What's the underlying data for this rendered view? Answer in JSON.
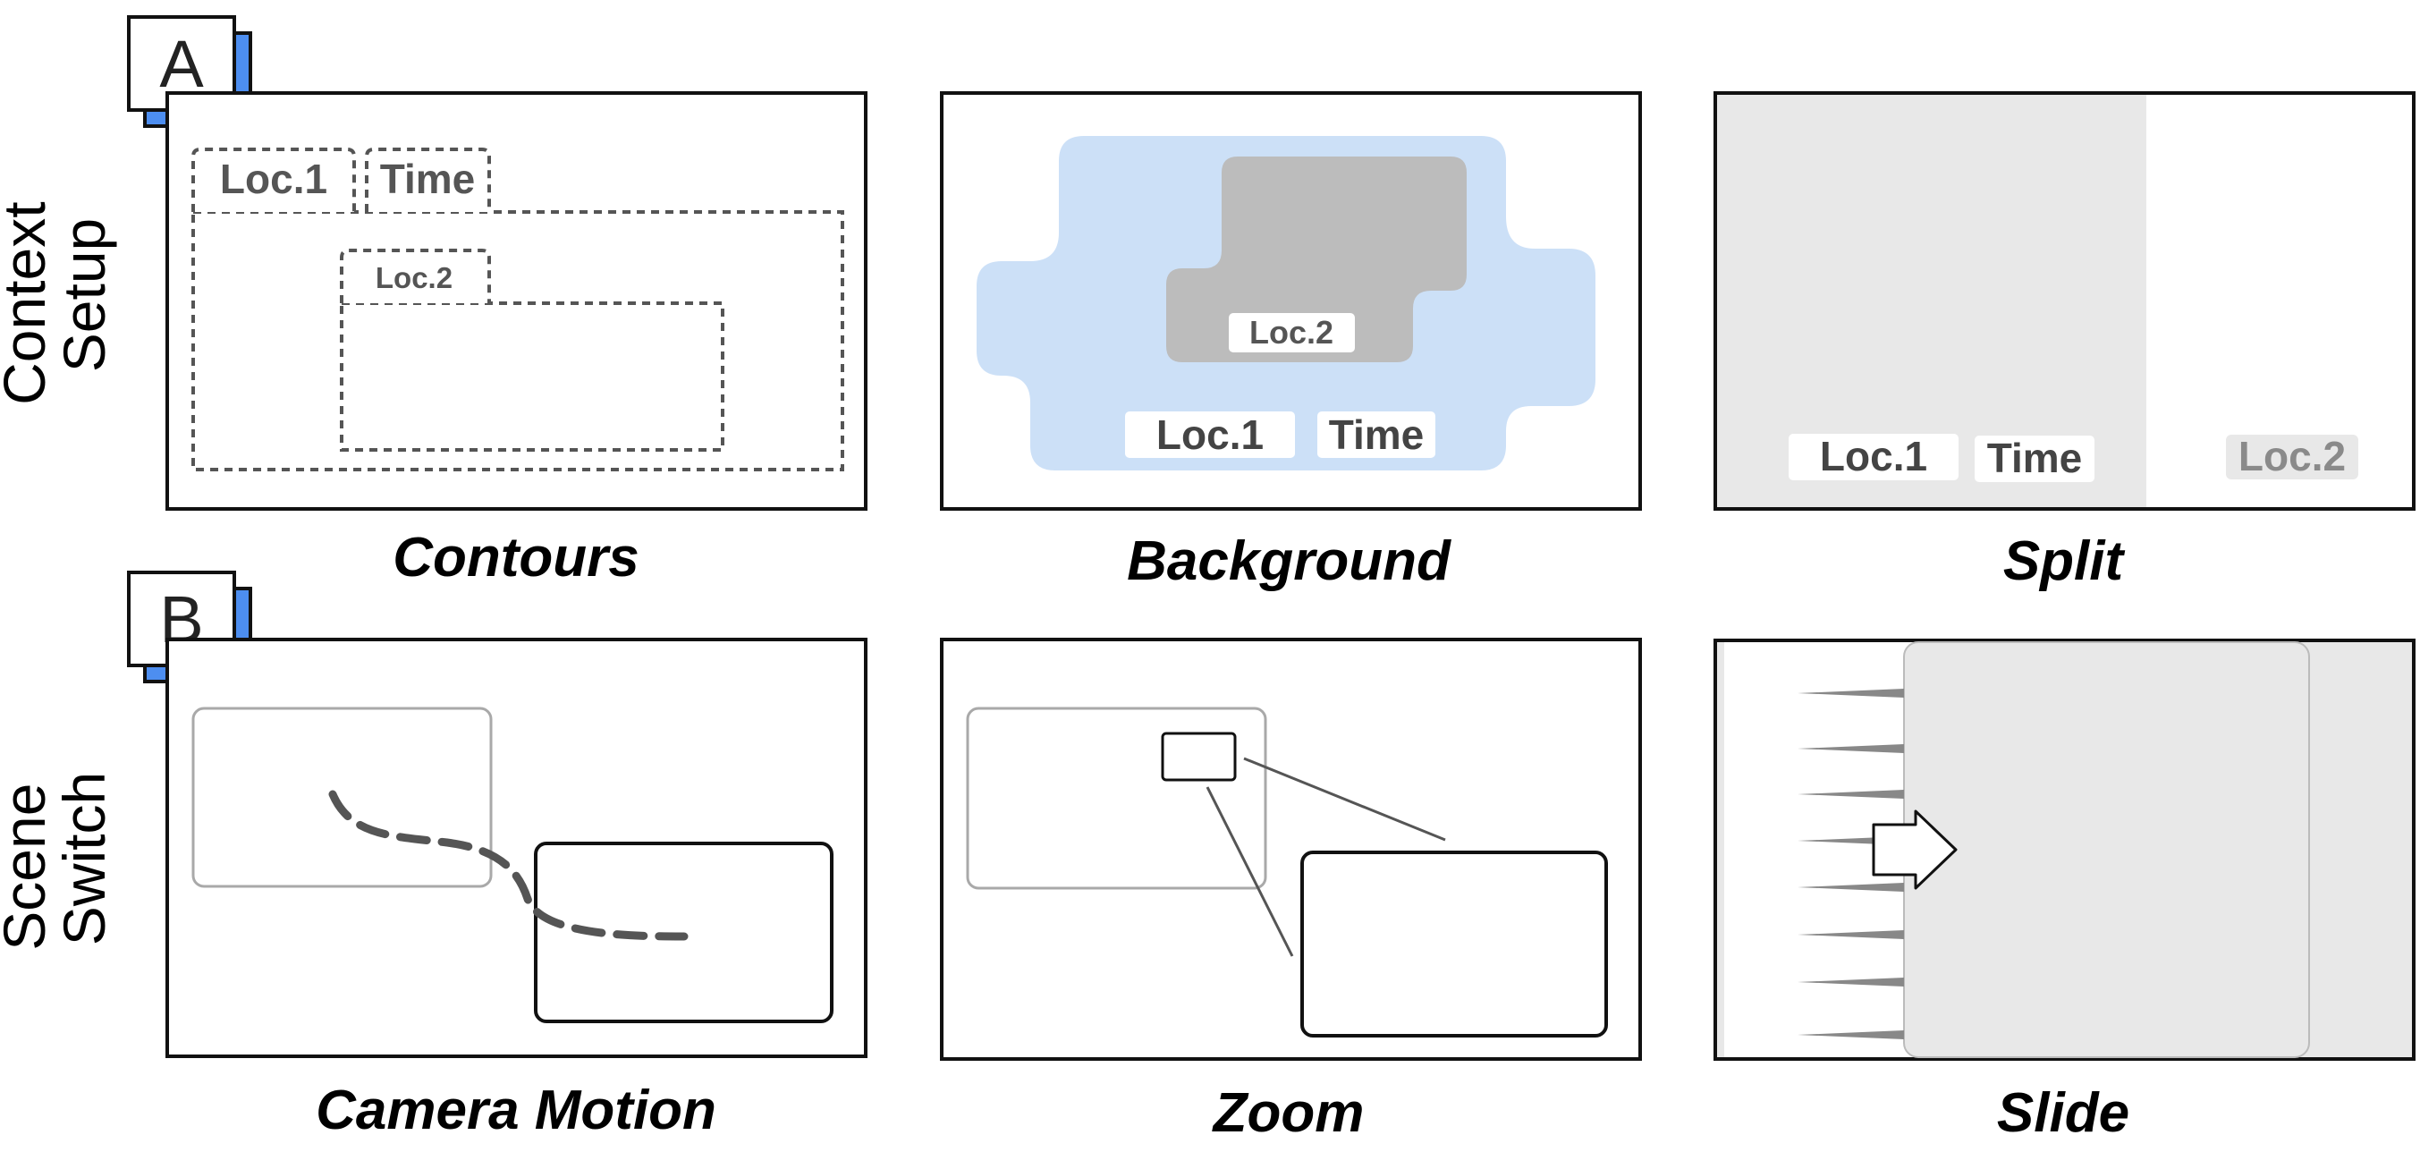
{
  "colors": {
    "badge_shadow": "#4d8ef0",
    "background_blob": "#cce0f7",
    "inner_blob": "#bcbcbc",
    "split_panel": "#e8e8e8",
    "slide_panel": "#e8e8e8",
    "trail": "#555555"
  },
  "row_a": {
    "badge": "A",
    "label_line1": "Context",
    "label_line2": "Setup",
    "contours": {
      "caption": "Contours",
      "tag_loc1": "Loc.1",
      "tag_time": "Time",
      "tag_loc2": "Loc.2"
    },
    "background": {
      "caption": "Background",
      "tag_loc2": "Loc.2",
      "tag_loc1": "Loc.1",
      "tag_time": "Time"
    },
    "split": {
      "caption": "Split",
      "tag_loc1": "Loc.1",
      "tag_time": "Time",
      "tag_loc2": "Loc.2"
    }
  },
  "row_b": {
    "badge": "B",
    "label_line1": "Scene",
    "label_line2": "Switch",
    "camera_motion": {
      "caption": "Camera Motion"
    },
    "zoom": {
      "caption": "Zoom"
    },
    "slide": {
      "caption": "Slide"
    }
  }
}
